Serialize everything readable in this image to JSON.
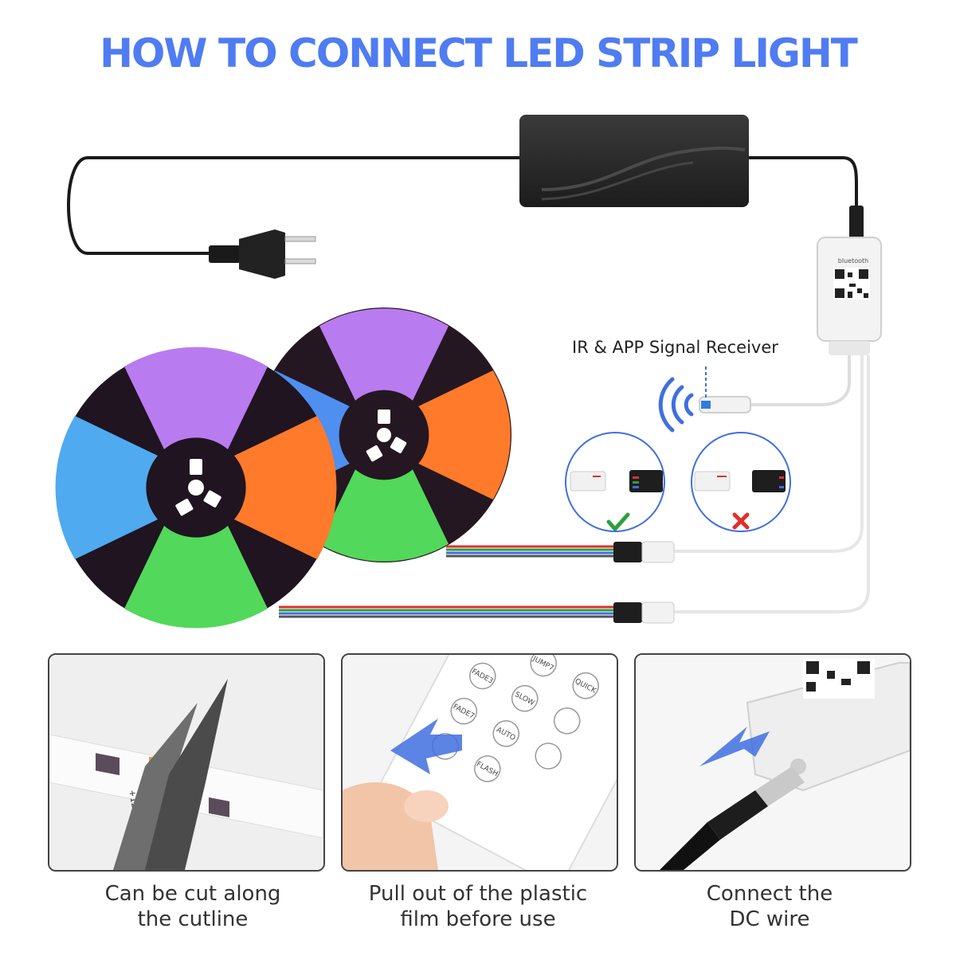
{
  "title": "HOW TO CONNECT LED STRIP LIGHT",
  "receiver_label": "IR & APP Signal Receiver",
  "controller_brand": "bluetooth",
  "colors": {
    "title_blue": "#4f7cf2",
    "accent_blue": "#3f6fe0",
    "check_green": "#2e9e3e",
    "cross_red": "#e0302a"
  },
  "connector_checks": [
    {
      "result": "check-icon"
    },
    {
      "result": "cross-icon"
    }
  ],
  "remote_buttons": [
    "JUMP7",
    "QUICK",
    "FADE3",
    "SLOW",
    "FADE7",
    "AUTO",
    "FLASH"
  ],
  "panels": [
    {
      "caption_line1": "Can be cut along",
      "caption_line2": "the cutline",
      "strip_marks": "+12V"
    },
    {
      "caption_line1": "Pull out of the plastic",
      "caption_line2": "film before use"
    },
    {
      "caption_line1": "Connect the",
      "caption_line2": "DC wire"
    }
  ]
}
